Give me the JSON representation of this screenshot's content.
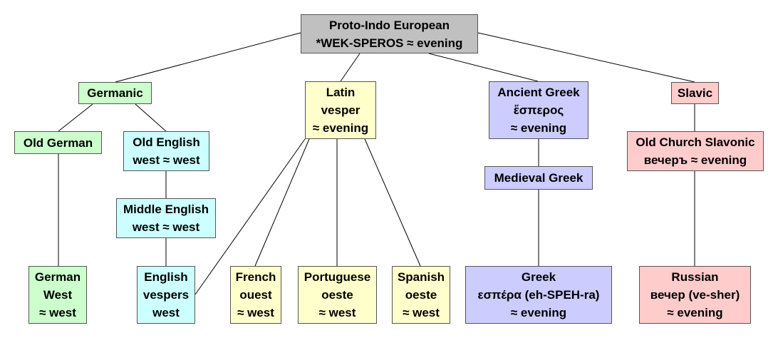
{
  "colors": {
    "root": "#c0c0c0",
    "germanic": "#ccffcc",
    "english": "#ccffff",
    "latin": "#ffffcc",
    "greek": "#ccccff",
    "slavic": "#ffcccc",
    "line": "#000000"
  },
  "nodes": {
    "pie": {
      "lines": [
        "Proto-Indo European",
        "*WEK-SPEROS ≈ evening"
      ]
    },
    "germanic": {
      "lines": [
        "Germanic"
      ]
    },
    "latin": {
      "lines": [
        "Latin",
        "vesper",
        "≈ evening"
      ]
    },
    "ancient_greek": {
      "lines": [
        "Ancient Greek",
        "ἕσπερος",
        "≈ evening"
      ]
    },
    "slavic": {
      "lines": [
        "Slavic"
      ]
    },
    "old_german": {
      "lines": [
        "Old German"
      ]
    },
    "old_english": {
      "lines": [
        "Old English",
        "west ≈ west"
      ]
    },
    "middle_english": {
      "lines": [
        "Middle English",
        "west ≈ west"
      ]
    },
    "medieval_greek": {
      "lines": [
        "Medieval Greek"
      ]
    },
    "old_church_slavonic": {
      "lines": [
        "Old Church Slavonic",
        "вечеръ ≈ evening"
      ]
    },
    "german": {
      "lines": [
        "German",
        "West",
        "≈ west"
      ]
    },
    "english": {
      "lines": [
        "English",
        "vespers",
        "west"
      ]
    },
    "french": {
      "lines": [
        "French",
        "ouest",
        "≈ west"
      ]
    },
    "portuguese": {
      "lines": [
        "Portuguese",
        "oeste",
        "≈ west"
      ]
    },
    "spanish": {
      "lines": [
        "Spanish",
        "oeste",
        "≈ west"
      ]
    },
    "greek": {
      "lines": [
        "Greek",
        "εσπέρα (eh-SPEH-ra)",
        "≈ evening"
      ]
    },
    "russian": {
      "lines": [
        "Russian",
        "вечер (ve-sher)",
        "≈ evening"
      ]
    }
  }
}
